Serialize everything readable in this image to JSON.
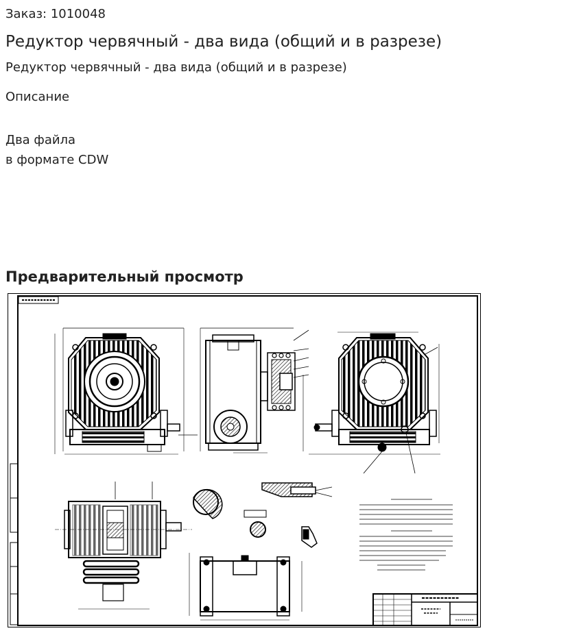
{
  "order": {
    "text": "Заказ: 1010048"
  },
  "product": {
    "title": "Редуктор червячный - два вида (общий и в разрезе)",
    "subtitle": "Редуктор червячный - два вида (общий и в разрезе)"
  },
  "description": {
    "heading": "Описание",
    "line1": "Два файла",
    "line2": "в формате CDW"
  },
  "preview": {
    "heading": "Предварительный просмотр"
  }
}
